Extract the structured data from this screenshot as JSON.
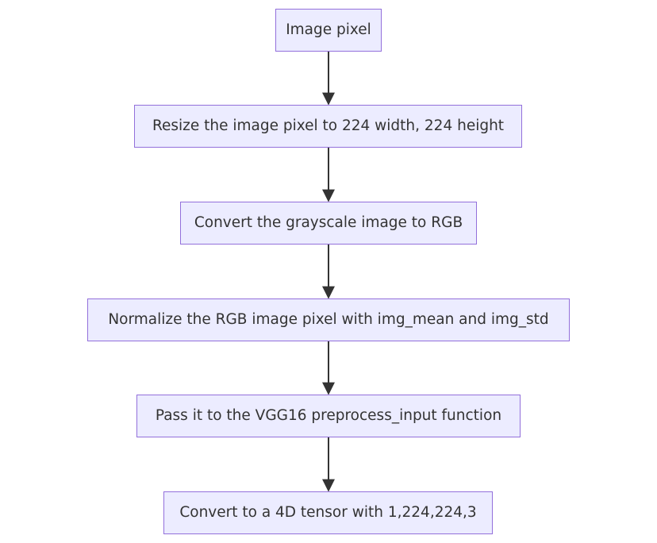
{
  "diagram": {
    "colors": {
      "node_fill": "#ECECFF",
      "node_border": "#9370DB",
      "text": "#333333",
      "edge": "#333333"
    },
    "nodes": [
      {
        "id": "image-pixel",
        "label": "Image pixel"
      },
      {
        "id": "resize",
        "label": "Resize the image pixel to 224 width, 224 height"
      },
      {
        "id": "convert-rgb",
        "label": "Convert the grayscale image to RGB"
      },
      {
        "id": "normalize",
        "label": "Normalize the RGB image pixel with img_mean and img_std"
      },
      {
        "id": "vgg16",
        "label": "Pass it to the VGG16 preprocess_input function"
      },
      {
        "id": "tensor",
        "label": "Convert to a 4D tensor with 1,224,224,3"
      }
    ],
    "edges": [
      {
        "from": "image-pixel",
        "to": "resize"
      },
      {
        "from": "resize",
        "to": "convert-rgb"
      },
      {
        "from": "convert-rgb",
        "to": "normalize"
      },
      {
        "from": "normalize",
        "to": "vgg16"
      },
      {
        "from": "vgg16",
        "to": "tensor"
      }
    ]
  }
}
